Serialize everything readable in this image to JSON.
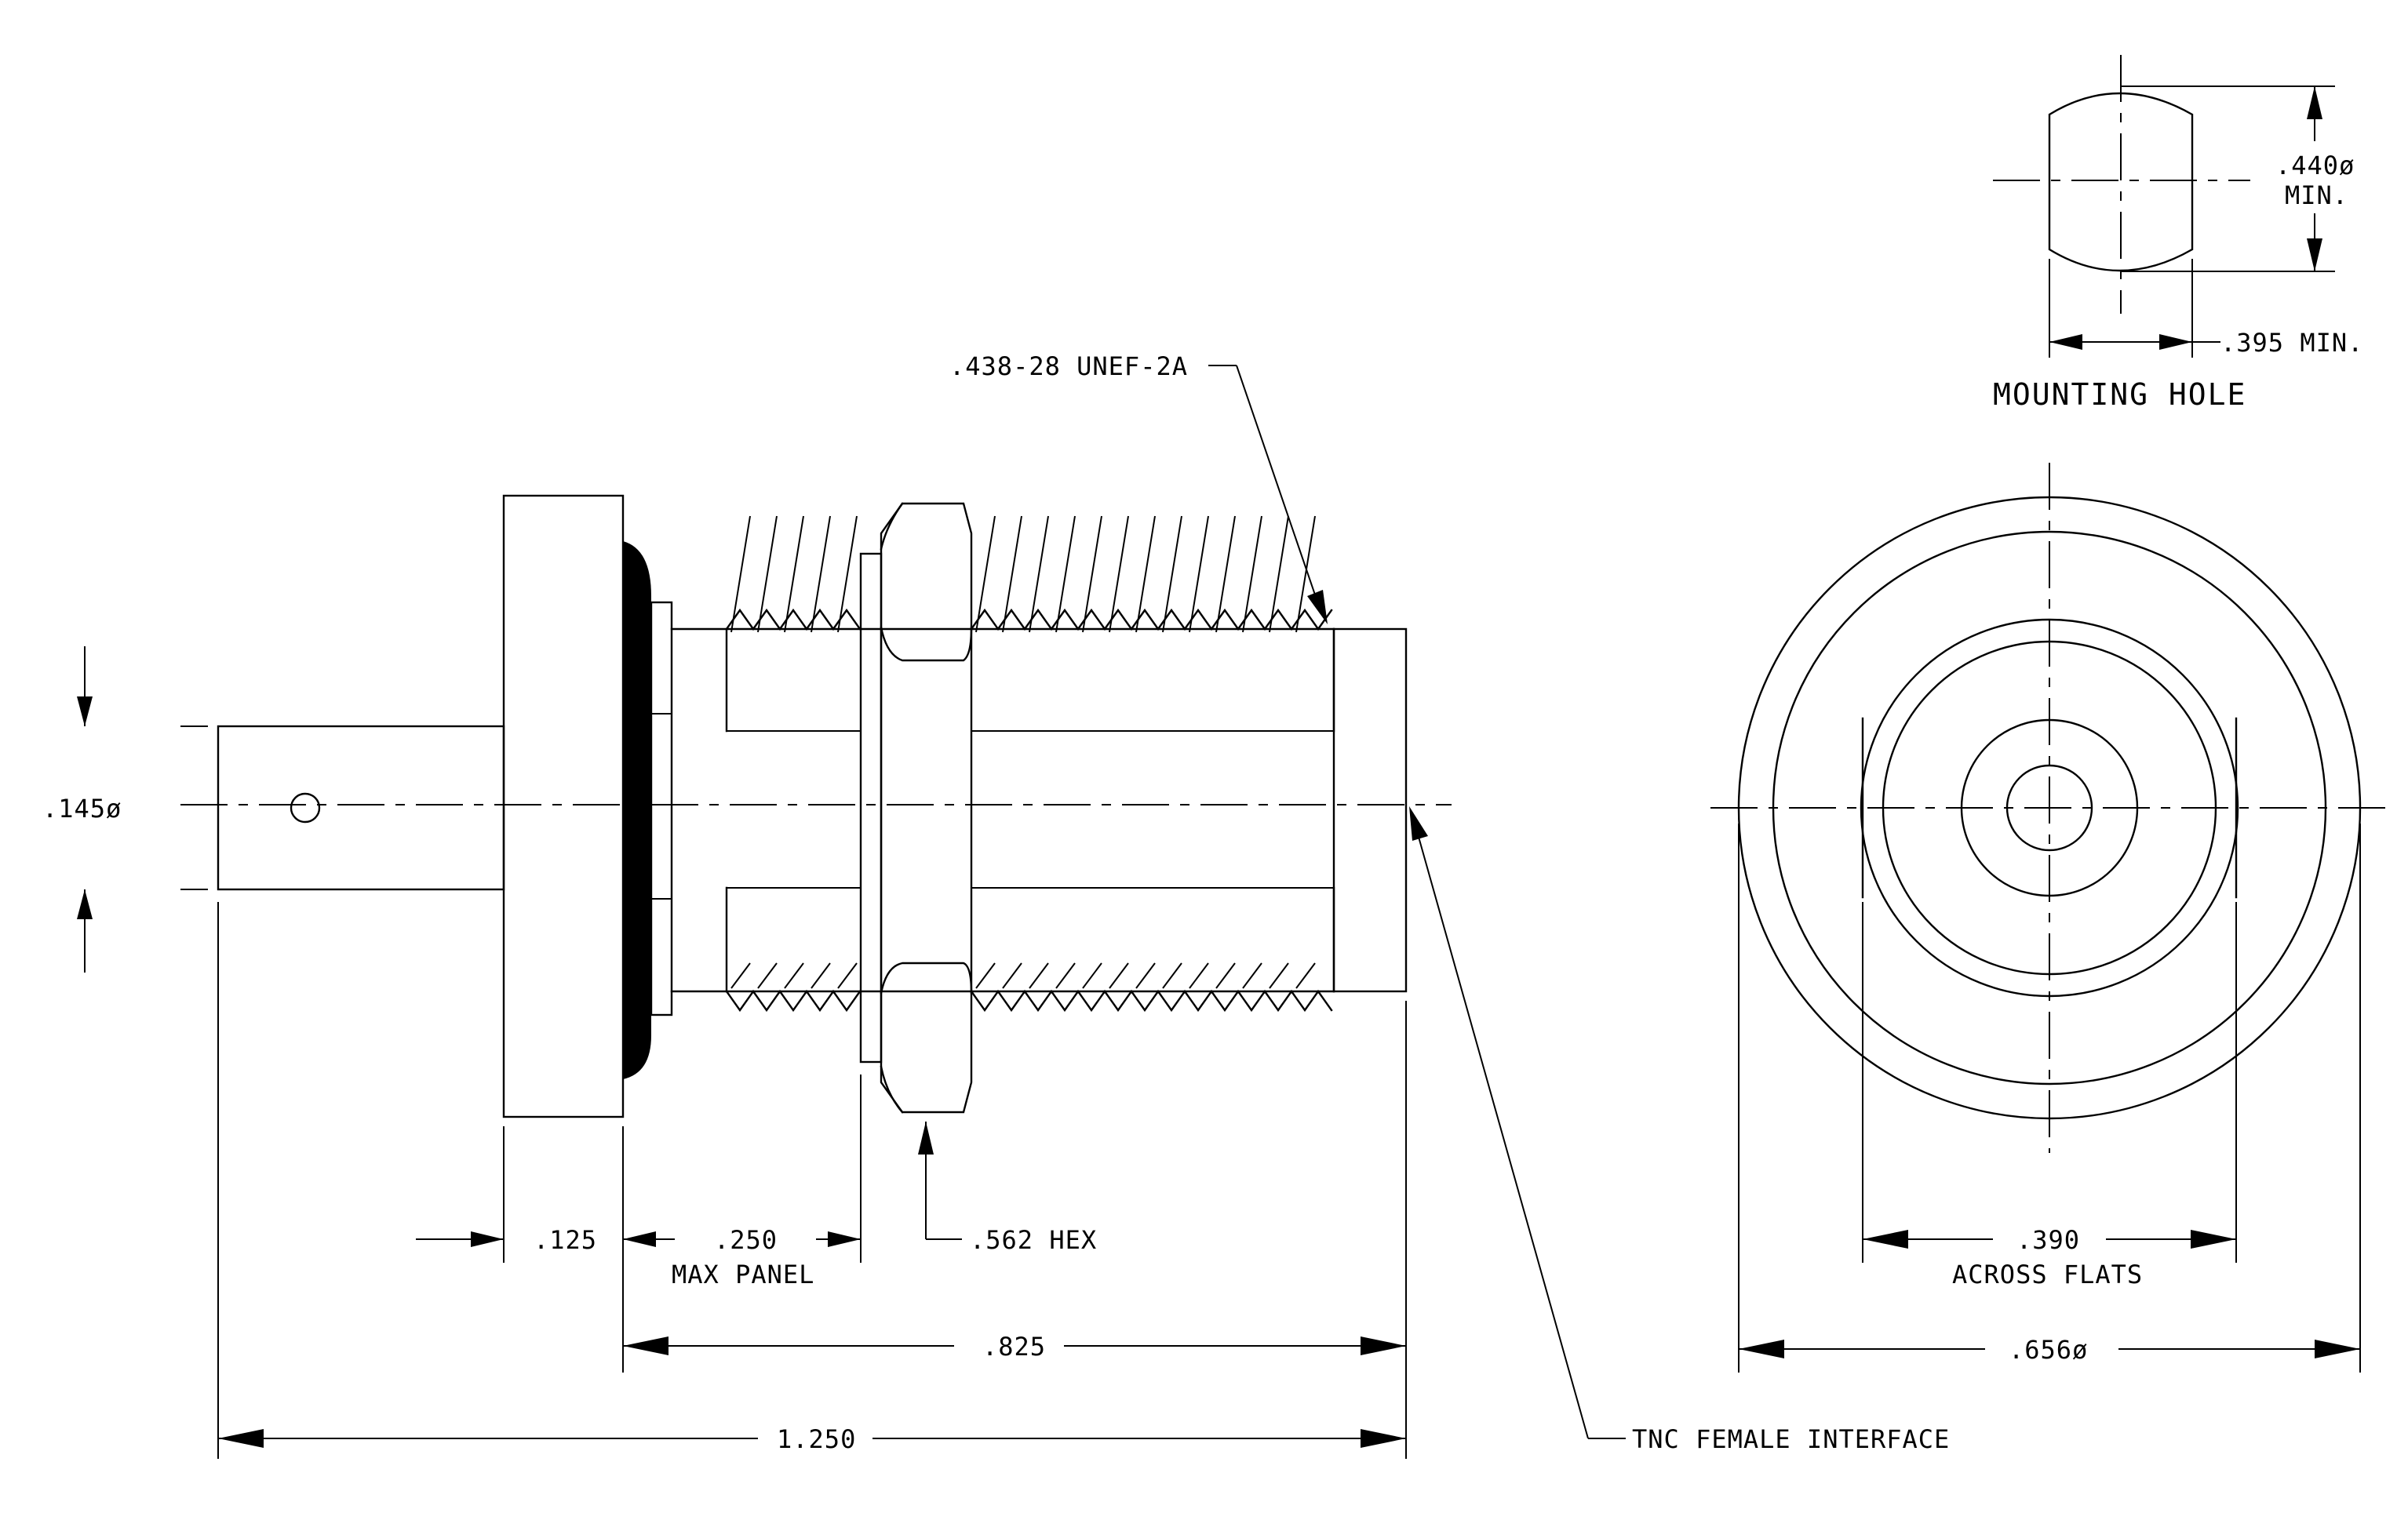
{
  "labels": {
    "dia_145": ".145ø",
    "thread": ".438-28 UNEF-2A",
    "flange": ".125",
    "panel_value": ".250",
    "panel_text": "MAX PANEL",
    "hex": ".562 HEX",
    "len_825": ".825",
    "len_1250": "1.250",
    "interface": "TNC FEMALE INTERFACE",
    "hole_dia": ".440ø",
    "hole_dia_min": "MIN.",
    "hole_flat": ".395 MIN.",
    "hole_title": "MOUNTING HOLE",
    "flats_value": ".390",
    "flats_text": "ACROSS FLATS",
    "dia_656": ".656ø"
  }
}
